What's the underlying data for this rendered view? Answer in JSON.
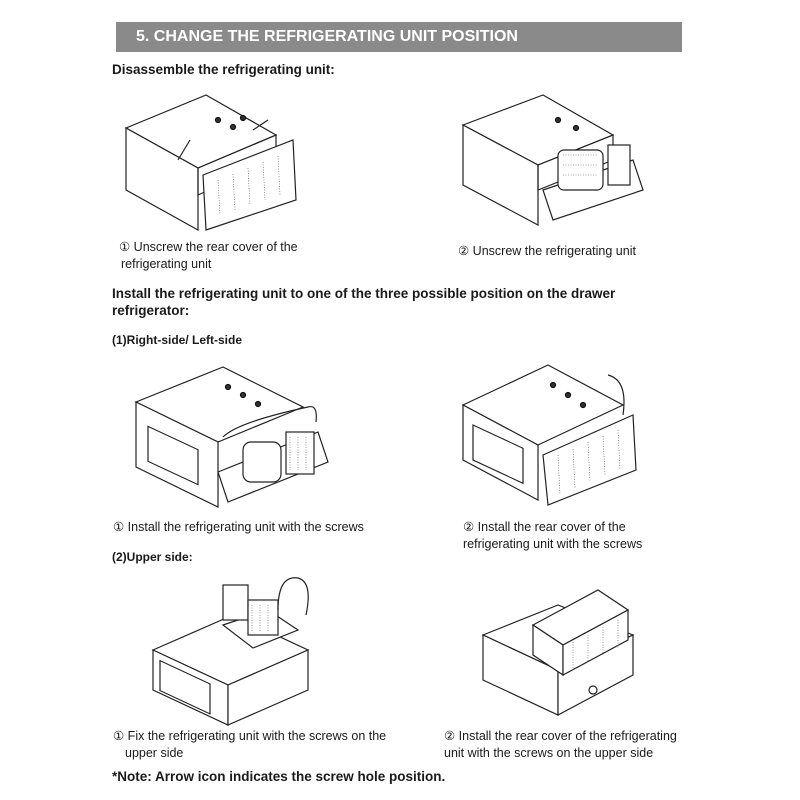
{
  "header": {
    "title": "5. CHANGE THE  REFRIGERATING UNIT  POSITION"
  },
  "disassemble": {
    "heading": "Disassemble the refrigerating  unit:",
    "steps": [
      {
        "caption_line1": "① Unscrew the rear cover of the",
        "caption_line2": "refrigerating unit"
      },
      {
        "caption_line1": "② Unscrew the refrigerating unit"
      }
    ]
  },
  "install": {
    "heading_line1": "Install the refrigerating  unit to one of the three possible position on the drawer",
    "heading_line2": "refrigerator:",
    "side": {
      "label": "(1)Right-side/ Left-side",
      "steps": [
        {
          "caption_line1": "① Install the refrigerating unit with the screws"
        },
        {
          "caption_line1": "② Install the rear cover of the",
          "caption_line2": "refrigerating unit with the screws"
        }
      ]
    },
    "upper": {
      "label": "(2)Upper side:",
      "steps": [
        {
          "caption_line1": "①  Fix the refrigerating unit with the screws  on the",
          "caption_line2": "upper  side"
        },
        {
          "caption_line1": "② Install the rear cover of the refrigerating",
          "caption_line2": "unit with the screws on the upper side"
        }
      ]
    }
  },
  "note": "*Note: Arrow icon indicates the screw hole position."
}
